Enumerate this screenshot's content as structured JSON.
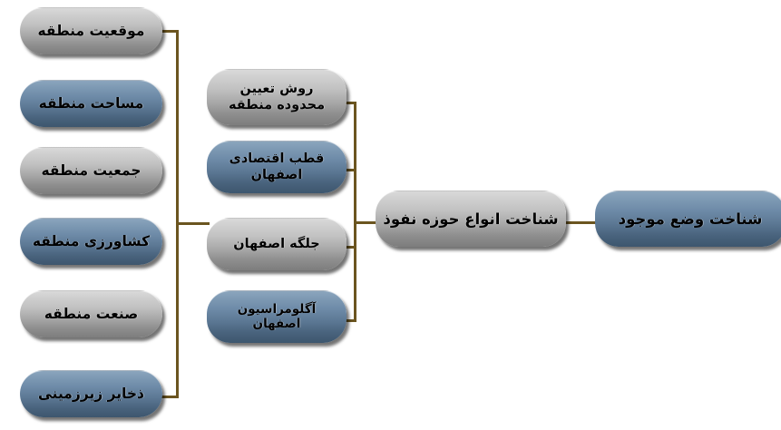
{
  "diagram": {
    "title": "شناخت وضع موجود",
    "direction": "rtl",
    "line_color": "#6b5520",
    "gray_color": "#c2c2c2",
    "blue_color": "#6e8ba8",
    "root": {
      "label": "شناخت وضع موجود",
      "style": "blue"
    },
    "level2": {
      "label": "شناخت انواع حوزه نفوذ",
      "style": "gray"
    },
    "middle_column": [
      {
        "label": "روش تعیین محدوده منطقه",
        "style": "gray",
        "lines": [
          "روش تعیین",
          "محدوده منطقه"
        ]
      },
      {
        "label": "قطب اقتصادی اصفهان",
        "style": "blue",
        "lines": [
          "قطب اقتصادی اصفهان"
        ]
      },
      {
        "label": "جلگه اصفهان",
        "style": "gray",
        "lines": [
          "جلگه اصفهان"
        ]
      },
      {
        "label": "آگلومراسیون اصفهان",
        "style": "blue",
        "lines": [
          "آگلومراسیون اصفهان"
        ]
      }
    ],
    "left_column": [
      {
        "label": "موقعیت منطقه",
        "style": "gray"
      },
      {
        "label": "مساحت منطقه",
        "style": "blue"
      },
      {
        "label": "جمعیت منطقه",
        "style": "gray"
      },
      {
        "label": "کشاورزی منطقه",
        "style": "blue"
      },
      {
        "label": "صنعت منطقه",
        "style": "gray"
      },
      {
        "label": "ذخایر زیرزمینی",
        "style": "blue"
      }
    ]
  }
}
